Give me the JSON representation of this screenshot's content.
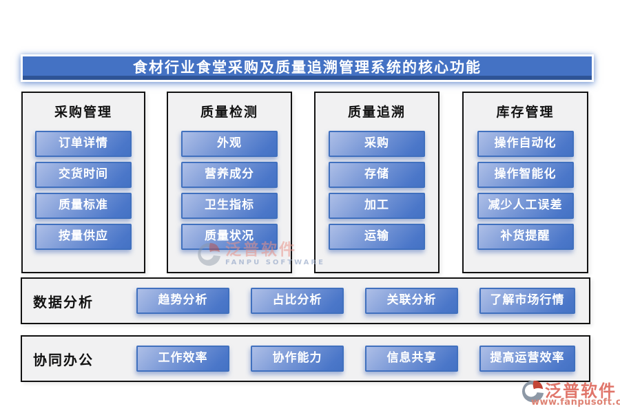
{
  "title": "食材行业食堂采购及质量追溯管理系统的核心功能",
  "columns": [
    {
      "header": "采购管理",
      "buttons": [
        "订单详情",
        "交货时间",
        "质量标准",
        "按量供应"
      ]
    },
    {
      "header": "质量检测",
      "buttons": [
        "外观",
        "营养成分",
        "卫生指标",
        "质量状况"
      ]
    },
    {
      "header": "质量追溯",
      "buttons": [
        "采购",
        "存储",
        "加工",
        "运输"
      ]
    },
    {
      "header": "库存管理",
      "buttons": [
        "操作自动化",
        "操作智能化",
        "减少人工误差",
        "补货提醒"
      ]
    }
  ],
  "rows": [
    {
      "label": "数据分析",
      "buttons": [
        "趋势分析",
        "占比分析",
        "关联分析",
        "了解市场行情"
      ]
    },
    {
      "label": "协同办公",
      "buttons": [
        "工作效率",
        "协作能力",
        "信息共享",
        "提高运营效率"
      ]
    }
  ],
  "watermark": {
    "brand": "泛普软件",
    "subtext": "FANPU SOFTWARE"
  },
  "logo": {
    "brand": "泛普软件",
    "url": "www.fanpusoft.com"
  },
  "colors": {
    "accent": "#4472c4",
    "accent_dark": "#2f5496",
    "button_light": "#aebfe7",
    "panel_bg": "#f1f1f2",
    "border": "#111111",
    "brand_red": "#e0756a"
  }
}
